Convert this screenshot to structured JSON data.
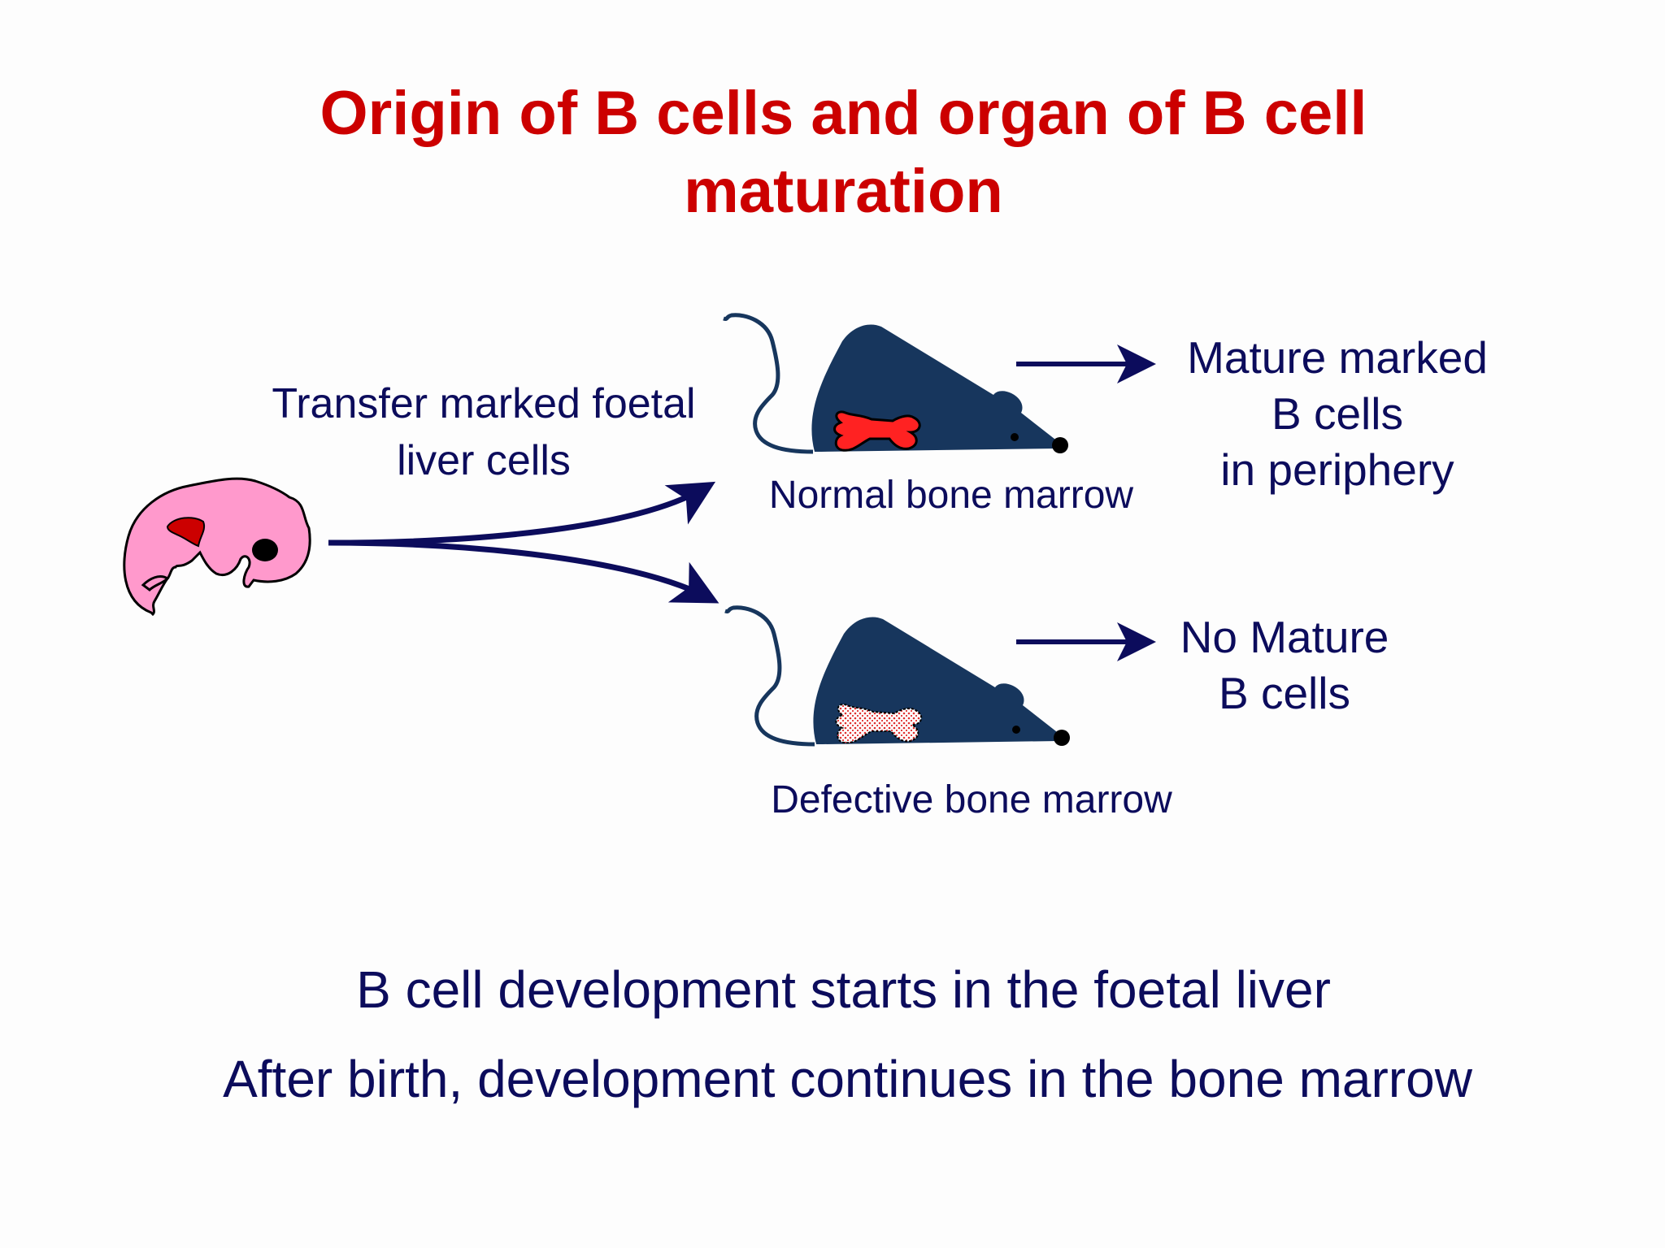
{
  "slide": {
    "title_line1": "Origin of B cells and organ of B cell",
    "title_line2": "maturation",
    "transfer_label_line1": "Transfer marked foetal",
    "transfer_label_line2": "liver cells",
    "normal_caption": "Normal bone marrow",
    "defective_caption": "Defective bone marrow",
    "normal_result_line1": "Mature marked",
    "normal_result_line2": "B cells",
    "normal_result_line3": "in periphery",
    "defective_result_line1": "No Mature",
    "defective_result_line2": "B cells",
    "summary_line1": "B cell development starts in the foetal liver",
    "summary_line2": "After birth, development continues in the bone marrow"
  },
  "colors": {
    "title": "#cc0000",
    "text": "#0c0c5c",
    "arrow": "#0c0c5c",
    "mouse": "#17365d",
    "embryo": "#ff99cc",
    "liver": "#cc0000",
    "bone_normal": "#ff2222"
  },
  "icons": [
    "embryo-icon",
    "mouse-icon",
    "bone-icon",
    "arrow-icon"
  ]
}
